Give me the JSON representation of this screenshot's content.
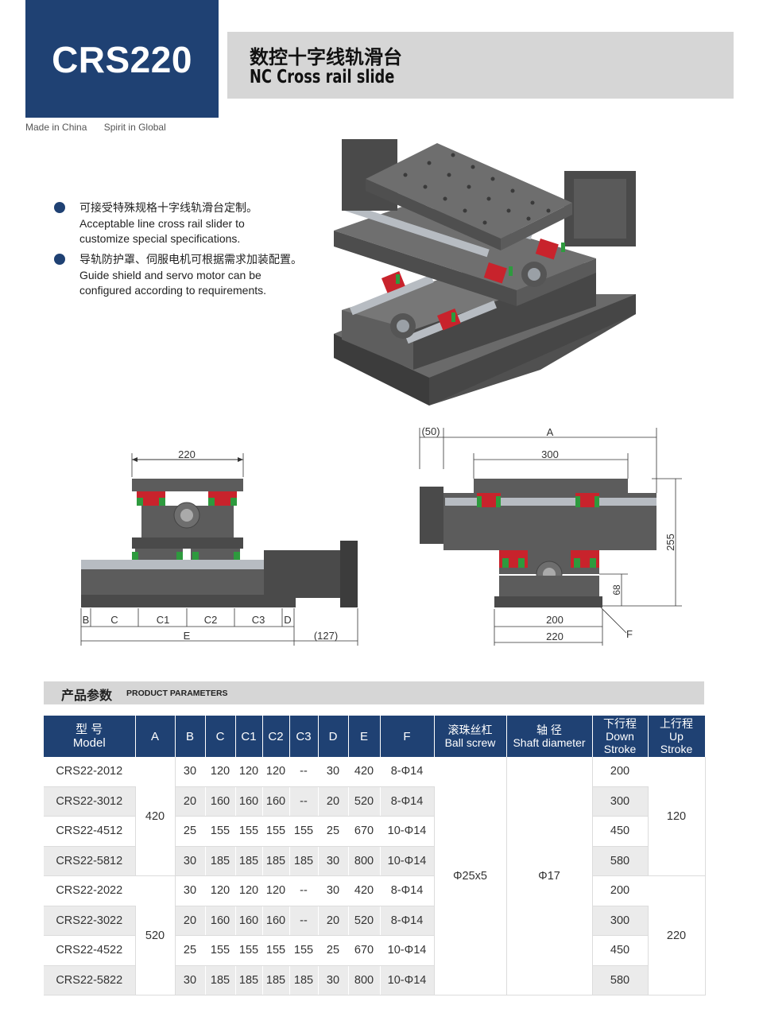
{
  "header": {
    "model": "CRS220",
    "title_zh": "数控十字线轨滑台",
    "title_en": "NC Cross rail slide",
    "tagline": [
      "Made in China",
      "Spirit in Global"
    ]
  },
  "features": [
    {
      "zh": "可接受特殊规格十字线轨滑台定制。",
      "en_lines": [
        "Acceptable line cross rail slider to",
        "customize special specifications."
      ]
    },
    {
      "zh": "导轨防护罩、伺服电机可根据需求加装配置。",
      "en_lines": [
        "Guide shield and servo motor can be",
        "configured according to requirements."
      ]
    }
  ],
  "drawing_front": {
    "dim_top": "220",
    "labels": [
      "B",
      "C",
      "C1",
      "C2",
      "C3",
      "D"
    ],
    "label_e": "E",
    "label_ext": "(127)"
  },
  "drawing_side": {
    "label_offset": "(50)",
    "label_a": "A",
    "dim_top": "300",
    "dim_height": "255",
    "dim_base": "68",
    "dim_bottom1": "200",
    "dim_bottom2": "220",
    "label_f": "F"
  },
  "section": {
    "zh": "产品参数",
    "en": "PRODUCT PARAMETERS"
  },
  "colors": {
    "navy": "#1f4173",
    "gray_bar": "#d6d6d6",
    "rail_red": "#c8232c",
    "rail_green": "#2e9a3e"
  },
  "table": {
    "headers": [
      {
        "l1": "型 号",
        "l2": "Model"
      },
      {
        "l1": "A"
      },
      {
        "l1": "B"
      },
      {
        "l1": "C"
      },
      {
        "l1": "C1"
      },
      {
        "l1": "C2"
      },
      {
        "l1": "C3"
      },
      {
        "l1": "D"
      },
      {
        "l1": "E"
      },
      {
        "l1": "F"
      },
      {
        "l1": "滚珠丝杠",
        "l2": "Ball screw"
      },
      {
        "l1": "轴 径",
        "l2": "Shaft diameter"
      },
      {
        "l1": "下行程",
        "l2": "Down",
        "l3": "Stroke"
      },
      {
        "l1": "上行程",
        "l2": "Up",
        "l3": "Stroke"
      }
    ],
    "merged": {
      "a_group1": "420",
      "a_group2": "520",
      "ball_screw": "Φ25x5",
      "shaft": "Φ17",
      "up_group1": "120",
      "up_group2": "220"
    },
    "rows": [
      {
        "model": "CRS22-2012",
        "b": "30",
        "c": "120",
        "c1": "120",
        "c2": "120",
        "c3": "--",
        "d": "30",
        "e": "420",
        "f": "8-Φ14",
        "down": "200"
      },
      {
        "model": "CRS22-3012",
        "b": "20",
        "c": "160",
        "c1": "160",
        "c2": "160",
        "c3": "--",
        "d": "20",
        "e": "520",
        "f": "8-Φ14",
        "down": "300"
      },
      {
        "model": "CRS22-4512",
        "b": "25",
        "c": "155",
        "c1": "155",
        "c2": "155",
        "c3": "155",
        "d": "25",
        "e": "670",
        "f": "10-Φ14",
        "down": "450"
      },
      {
        "model": "CRS22-5812",
        "b": "30",
        "c": "185",
        "c1": "185",
        "c2": "185",
        "c3": "185",
        "d": "30",
        "e": "800",
        "f": "10-Φ14",
        "down": "580"
      },
      {
        "model": "CRS22-2022",
        "b": "30",
        "c": "120",
        "c1": "120",
        "c2": "120",
        "c3": "--",
        "d": "30",
        "e": "420",
        "f": "8-Φ14",
        "down": "200"
      },
      {
        "model": "CRS22-3022",
        "b": "20",
        "c": "160",
        "c1": "160",
        "c2": "160",
        "c3": "--",
        "d": "20",
        "e": "520",
        "f": "8-Φ14",
        "down": "300"
      },
      {
        "model": "CRS22-4522",
        "b": "25",
        "c": "155",
        "c1": "155",
        "c2": "155",
        "c3": "155",
        "d": "25",
        "e": "670",
        "f": "10-Φ14",
        "down": "450"
      },
      {
        "model": "CRS22-5822",
        "b": "30",
        "c": "185",
        "c1": "185",
        "c2": "185",
        "c3": "185",
        "d": "30",
        "e": "800",
        "f": "10-Φ14",
        "down": "580"
      }
    ]
  }
}
